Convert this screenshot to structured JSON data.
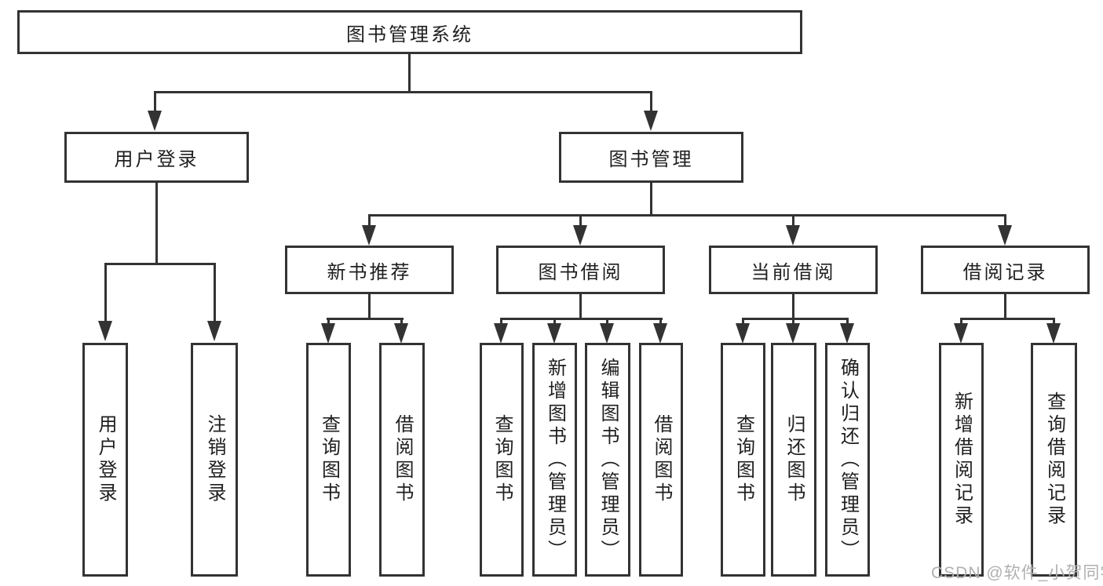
{
  "nodes": {
    "root": {
      "label": "图书管理系统"
    },
    "level2": [
      {
        "label": "用户登录"
      },
      {
        "label": "图书管理"
      }
    ],
    "level3": [
      {
        "label": "新书推荐"
      },
      {
        "label": "图书借阅"
      },
      {
        "label": "当前借阅"
      },
      {
        "label": "借阅记录"
      }
    ],
    "leaves_user": [
      {
        "label": "用户登录"
      },
      {
        "label": "注销登录"
      }
    ],
    "leaves_recommend": [
      {
        "label": "查询图书"
      },
      {
        "label": "借阅图书"
      }
    ],
    "leaves_borrow": [
      {
        "label": "查询图书"
      },
      {
        "label": "新增图书（管理员）"
      },
      {
        "label": "编辑图书（管理员）"
      },
      {
        "label": "借阅图书"
      }
    ],
    "leaves_current": [
      {
        "label": "查询图书"
      },
      {
        "label": "归还图书"
      },
      {
        "label": "确认归还（管理员）"
      }
    ],
    "leaves_records": [
      {
        "label": "新增借阅记录"
      },
      {
        "label": "查询借阅记录"
      }
    ]
  },
  "watermark": "CSDN @软件_小贺同学",
  "colors": {
    "line": "#333333",
    "text": "#1f1f1f",
    "box_background": "#ffffff",
    "watermark_text": "#b0b0b0"
  }
}
